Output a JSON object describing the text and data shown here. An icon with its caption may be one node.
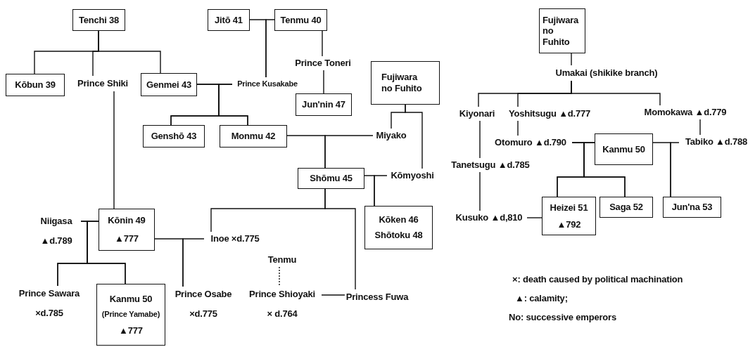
{
  "diagram": {
    "nodes": [
      {
        "text": [
          "Tenchi 38"
        ]
      },
      {
        "text": [
          "Kōbun 39"
        ]
      },
      {
        "text": [
          "Prince Shiki"
        ]
      },
      {
        "text": [
          "Genmei 43"
        ]
      },
      {
        "text": [
          "Prince Kusakabe"
        ]
      },
      {
        "text": [
          "Jitō 41"
        ]
      },
      {
        "text": [
          "Tenmu 40"
        ]
      },
      {
        "text": [
          "Prince Toneri"
        ]
      },
      {
        "text": [
          "Jun'nin 47"
        ]
      },
      {
        "text": [
          "Fujiwara no Fuhito"
        ]
      },
      {
        "text": [
          "Genshō 43"
        ]
      },
      {
        "text": [
          "Monmu 42"
        ]
      },
      {
        "text": [
          "Miyako"
        ]
      },
      {
        "text": [
          "Shōmu 45"
        ]
      },
      {
        "text": [
          "Kōmyoshi"
        ]
      },
      {
        "text": [
          "Kōken 46",
          "Shōtoku 48"
        ]
      },
      {
        "text": [
          "Niigasa",
          "▲d.789"
        ]
      },
      {
        "text": [
          "Kōnin 49",
          "▲777"
        ]
      },
      {
        "text": [
          "Inoe ×d.775"
        ]
      },
      {
        "text": [
          "Prince Sawara",
          "×d.785"
        ]
      },
      {
        "text": [
          "Kanmu 50",
          "(Prince Yamabe)",
          "▲777"
        ]
      },
      {
        "text": [
          "Prince Osabe",
          "×d.775"
        ]
      },
      {
        "text": [
          "Tenmu"
        ]
      },
      {
        "text": [
          "Prince Shioyaki",
          "× d.764"
        ]
      },
      {
        "text": [
          "Princess Fuwa"
        ]
      },
      {
        "text": [
          "Fujiwara no Fuhito"
        ]
      },
      {
        "text": [
          "Umakai (shikike branch)"
        ]
      },
      {
        "text": [
          "Kiyonari"
        ]
      },
      {
        "text": [
          "Yoshitsugu ▲d.777"
        ]
      },
      {
        "text": [
          "Momokawa ▲d.779"
        ]
      },
      {
        "text": [
          "Otomuro ▲d.790"
        ]
      },
      {
        "text": [
          "Kanmu 50"
        ]
      },
      {
        "text": [
          "Tabiko ▲d.788"
        ]
      },
      {
        "text": [
          "Tanetsugu ▲d.785"
        ]
      },
      {
        "text": [
          "Kusuko ▲d,810"
        ]
      },
      {
        "text": [
          "Heizei 51",
          "▲792"
        ]
      },
      {
        "text": [
          "Saga 52"
        ]
      },
      {
        "text": [
          "Jun'na 53"
        ]
      }
    ],
    "edges": [
      {
        "from": 0,
        "to": 1,
        "arrow": "none"
      },
      {
        "from": 0,
        "to": 2,
        "arrow": "none"
      },
      {
        "from": 0,
        "to": 3,
        "arrow": "none"
      },
      {
        "from": 5,
        "to": 4,
        "arrow": "none"
      },
      {
        "from": 6,
        "to": 4,
        "arrow": "none"
      },
      {
        "from": 6,
        "to": 7,
        "arrow": "none"
      },
      {
        "from": 7,
        "to": 8,
        "arrow": "none"
      },
      {
        "from": 3,
        "to": 10,
        "arrow": "none"
      },
      {
        "from": 4,
        "to": 10,
        "arrow": "none"
      },
      {
        "from": 3,
        "to": 11,
        "arrow": "none"
      },
      {
        "from": 4,
        "to": 11,
        "arrow": "none"
      },
      {
        "from": 9,
        "to": 12,
        "arrow": "none"
      },
      {
        "from": 9,
        "to": 14,
        "arrow": "none"
      },
      {
        "from": 11,
        "to": 13,
        "arrow": "none"
      },
      {
        "from": 12,
        "to": 13,
        "arrow": "none"
      },
      {
        "from": 13,
        "to": 15,
        "arrow": "none"
      },
      {
        "from": 14,
        "to": 15,
        "arrow": "none"
      },
      {
        "from": 2,
        "to": 17,
        "arrow": "none"
      },
      {
        "from": 16,
        "to": 19,
        "arrow": "none"
      },
      {
        "from": 17,
        "to": 19,
        "arrow": "none"
      },
      {
        "from": 16,
        "to": 20,
        "arrow": "none"
      },
      {
        "from": 17,
        "to": 20,
        "arrow": "none"
      },
      {
        "from": 17,
        "to": 21,
        "arrow": "none"
      },
      {
        "from": 18,
        "to": 21,
        "arrow": "none"
      },
      {
        "from": 13,
        "to": 18,
        "arrow": "none"
      },
      {
        "from": 13,
        "to": 24,
        "arrow": "none"
      },
      {
        "from": 22,
        "to": 23,
        "arrow": "none",
        "style": "dashed"
      },
      {
        "from": 23,
        "to": 24,
        "arrow": "none"
      },
      {
        "from": 25,
        "to": 26,
        "arrow": "none"
      },
      {
        "from": 26,
        "to": 27,
        "arrow": "none"
      },
      {
        "from": 26,
        "to": 28,
        "arrow": "none"
      },
      {
        "from": 26,
        "to": 29,
        "arrow": "none"
      },
      {
        "from": 27,
        "to": 33,
        "arrow": "none"
      },
      {
        "from": 33,
        "to": 34,
        "arrow": "none"
      },
      {
        "from": 28,
        "to": 30,
        "arrow": "none"
      },
      {
        "from": 29,
        "to": 32,
        "arrow": "none"
      },
      {
        "from": 30,
        "to": 35,
        "arrow": "none"
      },
      {
        "from": 31,
        "to": 35,
        "arrow": "none"
      },
      {
        "from": 30,
        "to": 36,
        "arrow": "none"
      },
      {
        "from": 31,
        "to": 36,
        "arrow": "none"
      },
      {
        "from": 31,
        "to": 37,
        "arrow": "none"
      },
      {
        "from": 32,
        "to": 37,
        "arrow": "none"
      },
      {
        "from": 34,
        "to": 35,
        "arrow": "none"
      }
    ],
    "labels": [
      "×: death caused by political machination",
      "▲: calamity;",
      "No: successive emperors"
    ]
  }
}
